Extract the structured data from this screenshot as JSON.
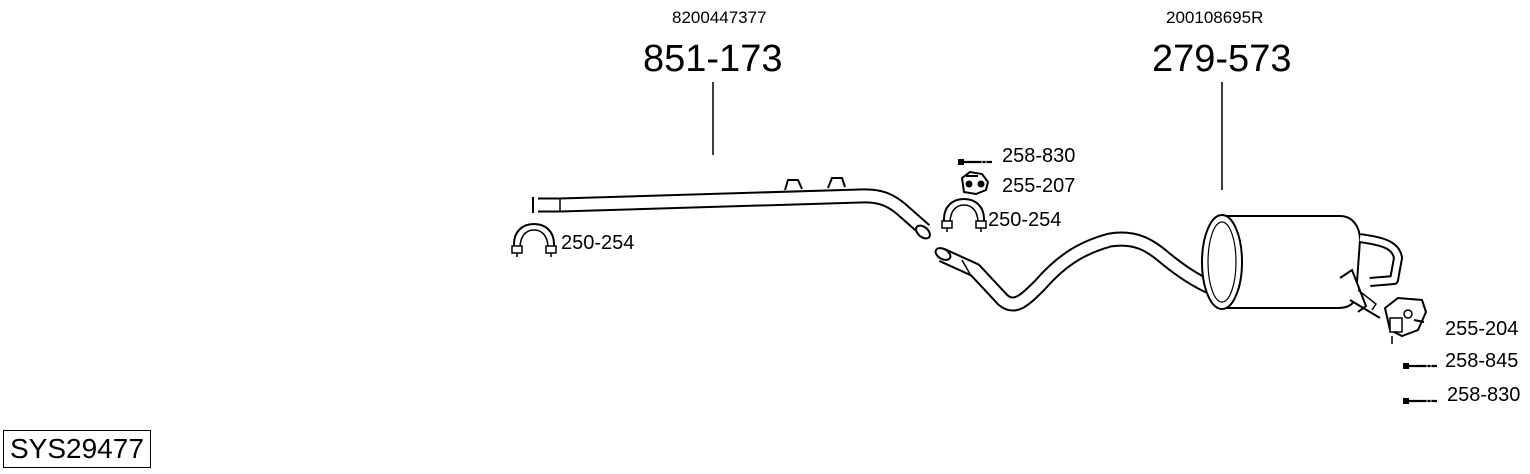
{
  "system_code": "SYS29477",
  "parts": {
    "front_pipe": {
      "oem_number": "8200447377",
      "part_number": "851-173"
    },
    "rear_silencer": {
      "oem_number": "200108695R",
      "part_number": "279-573"
    }
  },
  "accessories": {
    "clamp_front": "250-254",
    "bolt_top": "258-830",
    "rubber_mount_mid": "255-207",
    "clamp_mid": "250-254",
    "bracket_rear": "255-204",
    "bolt_rear_1": "258-845",
    "bolt_rear_2": "258-830"
  },
  "icons": {
    "clamp": "pipe-clamp-icon",
    "bolt": "bolt-icon",
    "mount": "rubber-mount-icon",
    "bracket": "bracket-icon"
  }
}
